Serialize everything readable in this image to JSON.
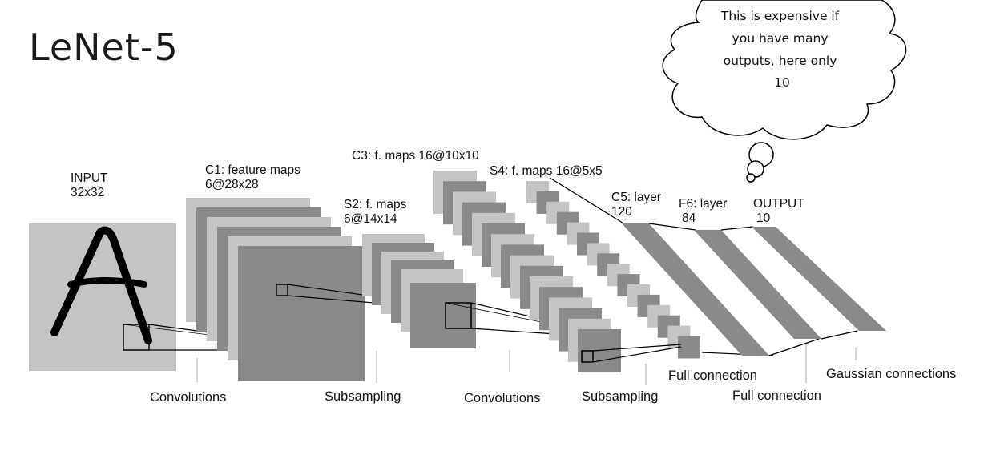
{
  "title": "LeNet-5",
  "callout": [
    "This is expensive if",
    "you have many",
    "outputs, here only",
    "10"
  ],
  "layers": {
    "input": [
      "INPUT",
      "32x32"
    ],
    "c1": [
      "C1: feature maps",
      "6@28x28"
    ],
    "s2": [
      "S2: f. maps",
      "6@14x14"
    ],
    "c3": [
      "C3: f. maps 16@10x10"
    ],
    "s4": [
      "S4: f. maps 16@5x5"
    ],
    "c5": [
      "C5: layer",
      "120"
    ],
    "f6": [
      "F6: layer",
      "84"
    ],
    "output": [
      "OUTPUT",
      "10"
    ]
  },
  "operations": {
    "conv1": "Convolutions",
    "sub1": "Subsampling",
    "conv2": "Convolutions",
    "sub2": "Subsampling",
    "full1": "Full connection",
    "full2": "Full connection",
    "gauss": "Gaussian connections"
  },
  "colors": {
    "light": "#c4c4c4",
    "dark": "#8a8a8a",
    "stroke": "#000000"
  }
}
